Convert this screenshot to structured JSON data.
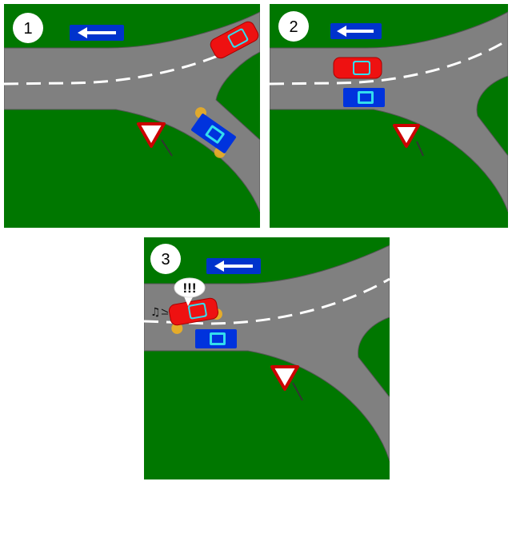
{
  "colors": {
    "grass": "#007700",
    "road": "#808080",
    "road_edge": "#555555",
    "lane_line": "#ffffff",
    "red_car": "#ee1111",
    "blue_car": "#0033dd",
    "windshield": "#33ddee",
    "indicator": "#f0b020",
    "arrow_sign_bg": "#0033cc",
    "yield_red": "#cc0000"
  },
  "panels": [
    {
      "number": "1",
      "arrow_direction": "left"
    },
    {
      "number": "2",
      "arrow_direction": "left"
    },
    {
      "number": "3",
      "arrow_direction": "left",
      "exclamation": "!!!"
    }
  ],
  "icons": {
    "direction_sign": "left-arrow-sign-icon",
    "yield_sign": "yield-sign-icon",
    "horn_notes": "music-note-icon"
  }
}
